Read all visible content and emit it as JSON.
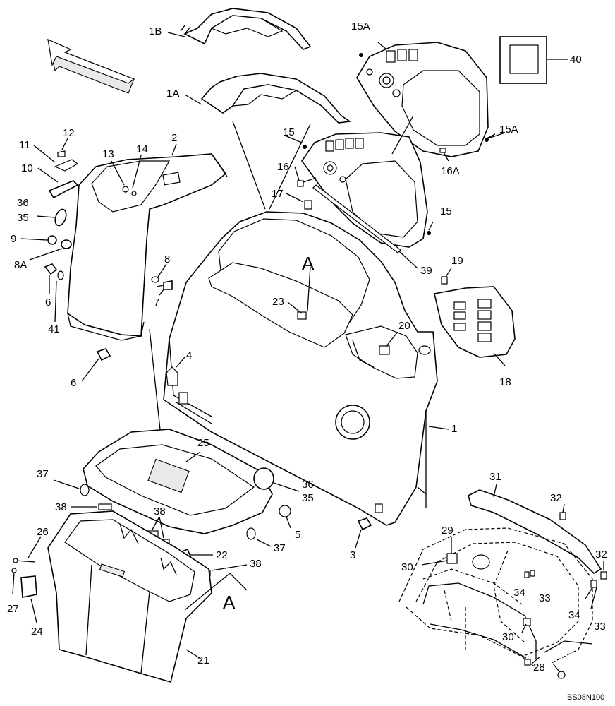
{
  "callouts": {
    "c1B": "1B",
    "c15A_top": "15A",
    "c40": "40",
    "c1A": "1A",
    "c15A_right": "15A",
    "c12": "12",
    "c11": "11",
    "c2": "2",
    "c13": "13",
    "c14": "14",
    "c15": "15",
    "c16A": "16A",
    "c10": "10",
    "c16": "16",
    "c17": "17",
    "c36_left": "36",
    "c35_left": "35",
    "c15_right": "15",
    "c9": "9",
    "c8A": "8A",
    "c8": "8",
    "c39": "39",
    "c6_upper": "6",
    "c7": "7",
    "c19": "19",
    "c41": "41",
    "c23": "23",
    "c20": "20",
    "c18": "18",
    "c4": "4",
    "c6_lower": "6",
    "c1": "1",
    "c25": "25",
    "c37_left": "37",
    "c36_center": "36",
    "c35_center": "35",
    "c31": "31",
    "c32_top": "32",
    "c38_a": "38",
    "c38_b": "38",
    "c5": "5",
    "c26": "26",
    "c29": "29",
    "c22": "22",
    "c37_right": "37",
    "c3": "3",
    "c32_right": "32",
    "c38_c": "38",
    "c30_upper": "30",
    "c34_center": "34",
    "c33_center": "33",
    "c27": "27",
    "c34_right": "34",
    "c33_right": "33",
    "c24": "24",
    "c30_lower": "30",
    "c28": "28",
    "c21": "21"
  },
  "view_markers": {
    "marker_top": "A",
    "marker_bottom": "A"
  },
  "drawing_code": "BS08N100"
}
